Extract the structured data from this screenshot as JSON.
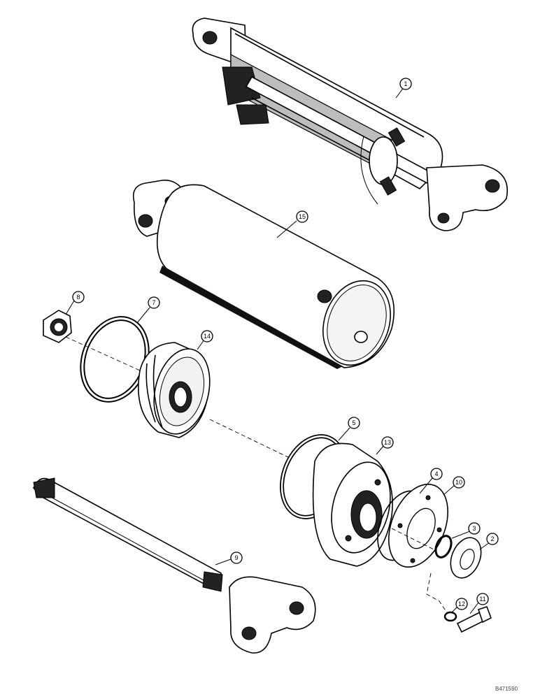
{
  "figure_code": "B471590",
  "callouts": [
    "1",
    "2",
    "3",
    "4",
    "5",
    "7",
    "8",
    "9",
    "10",
    "11",
    "12",
    "13",
    "14",
    "15"
  ]
}
